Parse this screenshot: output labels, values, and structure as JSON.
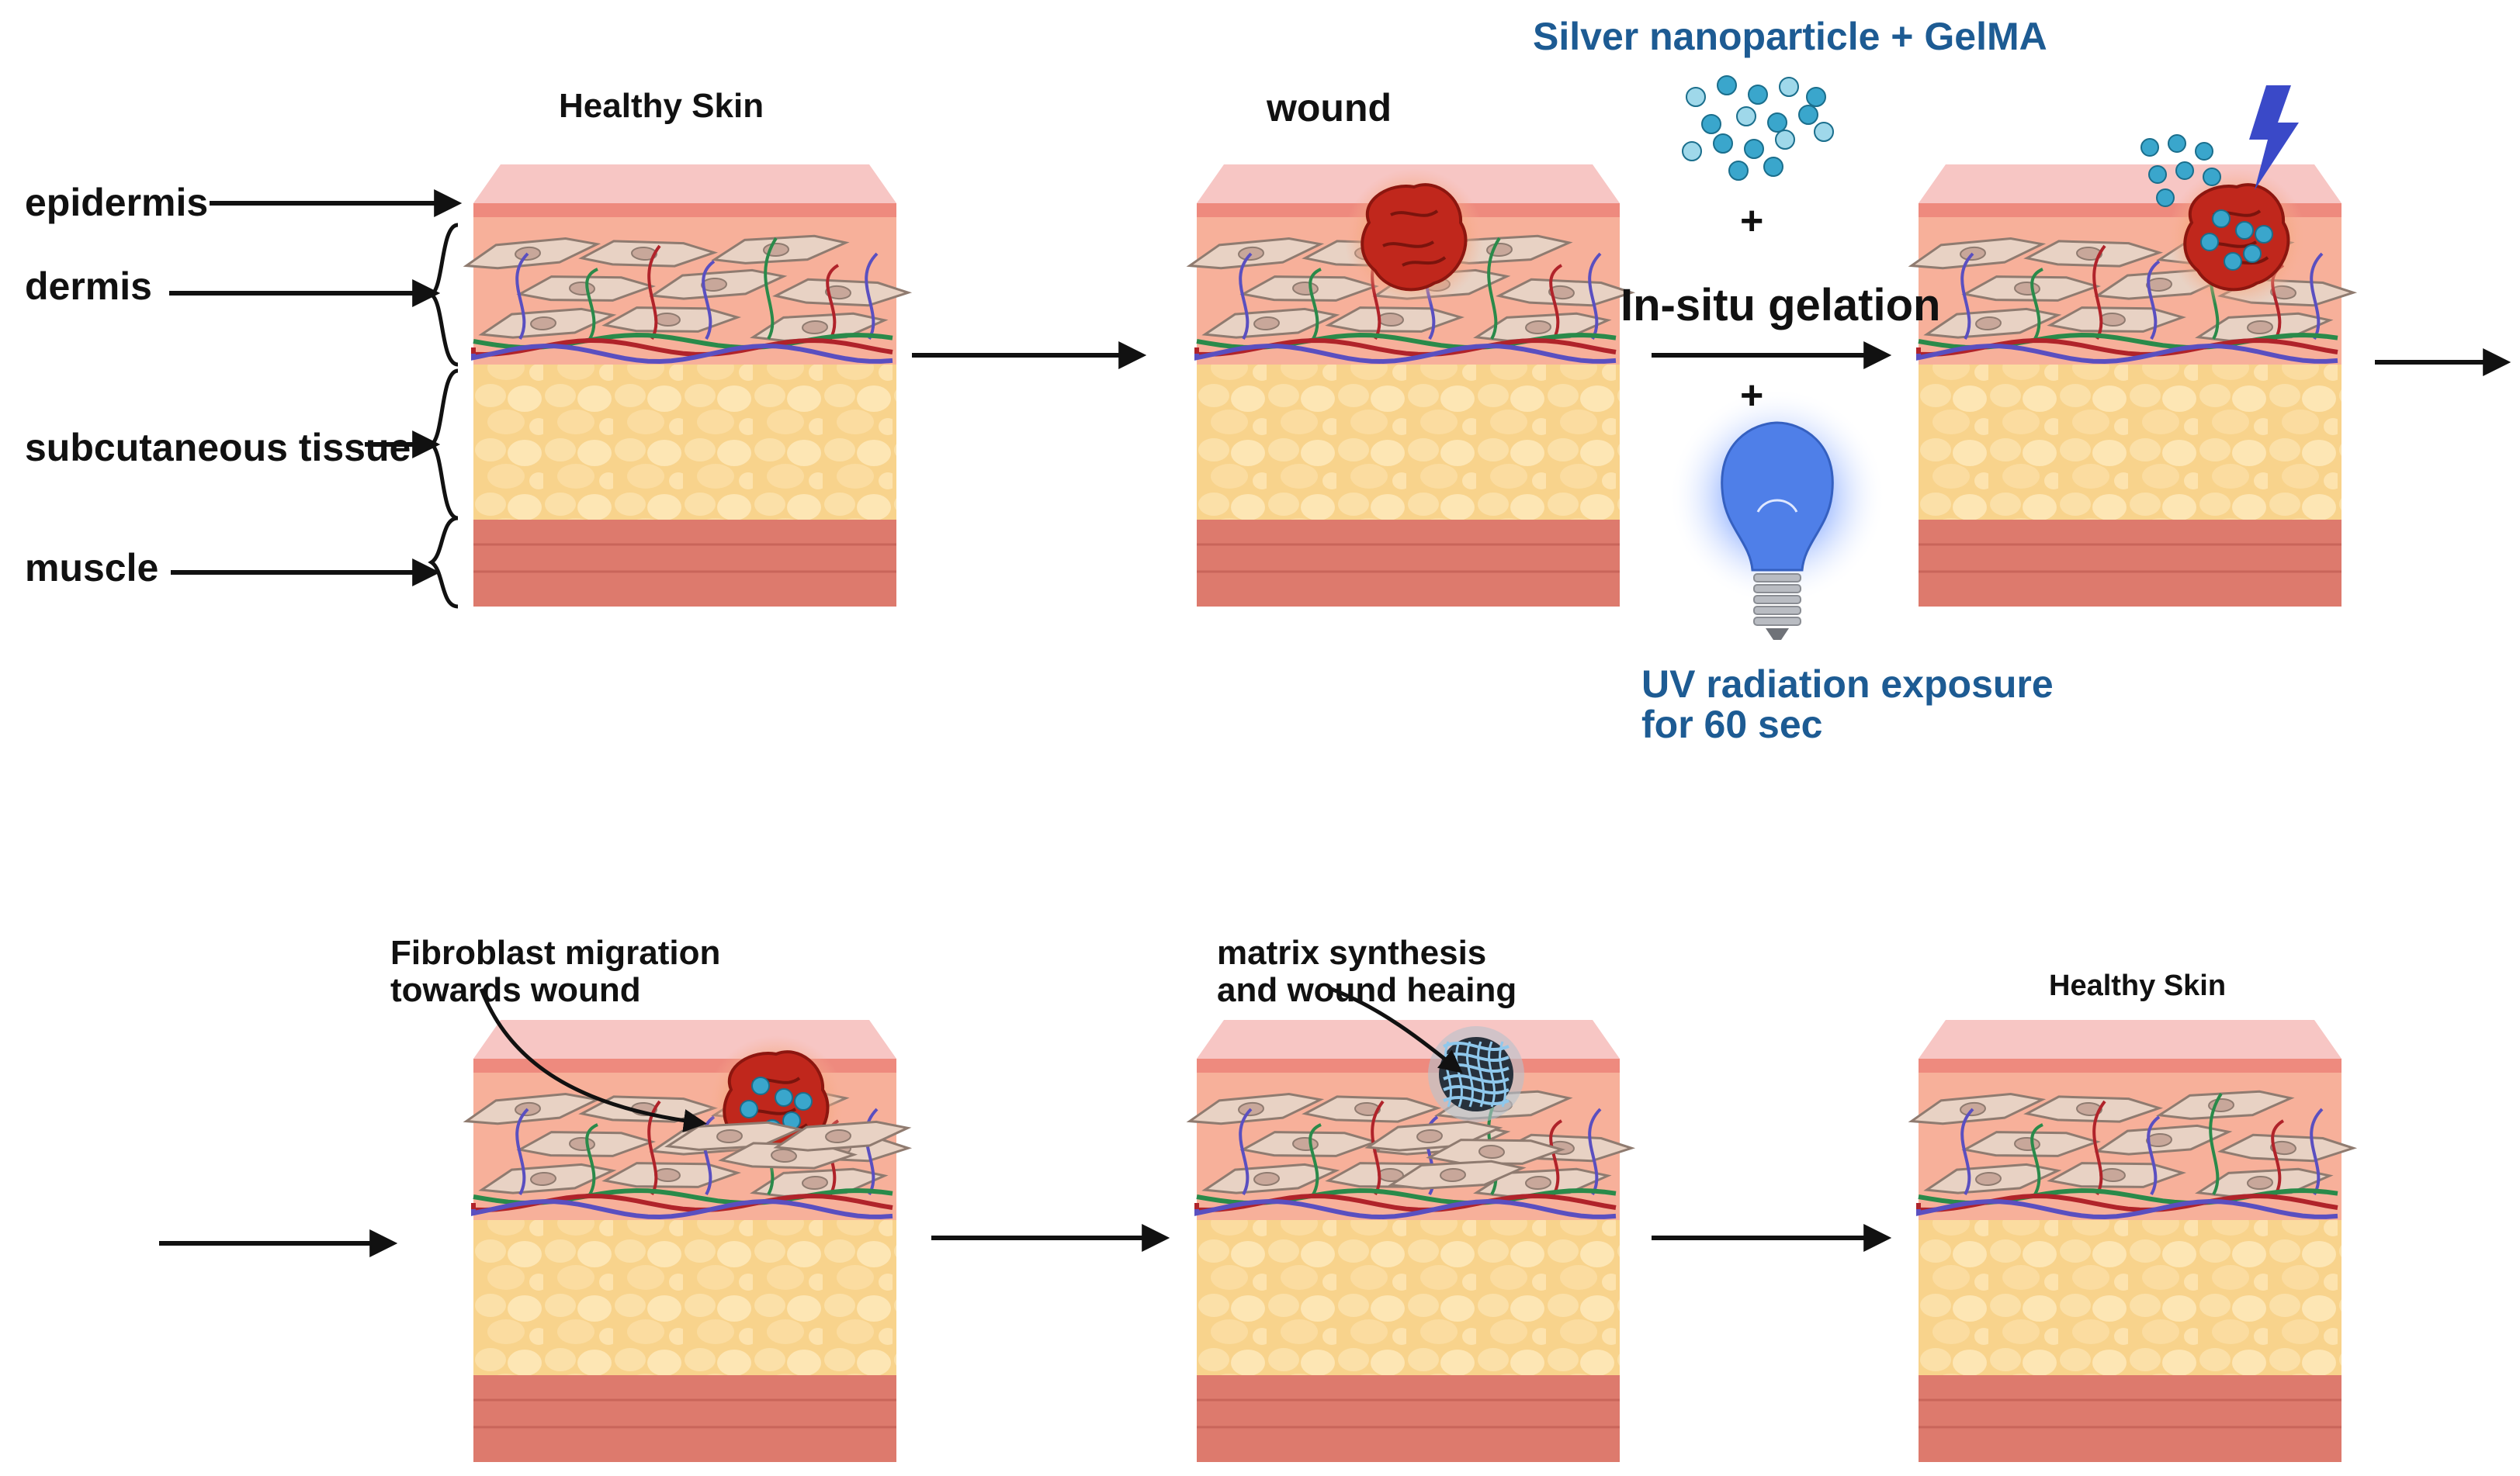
{
  "labels": {
    "healthy_skin_top": "Healthy Skin",
    "wound": "wound",
    "epidermis": "epidermis",
    "dermis": "dermis",
    "subcutaneous": "subcutaneous tissue",
    "muscle": "muscle",
    "silver_gelma": "Silver nanoparticle + GelMA",
    "plus_1": "+",
    "in_situ": "In-situ gelation",
    "plus_2": "+",
    "uv_line1": "UV radiation exposure",
    "uv_line2": "for 60 sec",
    "fibroblast_line1": "Fibroblast migration",
    "fibroblast_line2": "towards wound",
    "matrix_line1": "matrix synthesis",
    "matrix_line2": "and wound heaing",
    "healthy_skin_bottom": "Healthy Skin"
  },
  "panels": [
    {
      "id": "healthy-skin",
      "feature": "none"
    },
    {
      "id": "wound",
      "feature": "wound"
    },
    {
      "id": "gelation",
      "feature": "gel"
    },
    {
      "id": "fibroblast-migration",
      "feature": "migration"
    },
    {
      "id": "matrix-synthesis",
      "feature": "matrix"
    },
    {
      "id": "healed-skin",
      "feature": "none"
    }
  ],
  "colors": {
    "epidermis_top": "#f7c6c4",
    "epidermis_line": "#ee8a7e",
    "dermis": "#f7b09a",
    "fat": "#f8d38c",
    "muscle": "#dd7a6d",
    "wound": "#c0271c",
    "nanoparticle": "#3aa6cc",
    "text_blue": "#1d5b93",
    "bulb": "#4f7fe8",
    "lightning": "#3a49c8"
  }
}
